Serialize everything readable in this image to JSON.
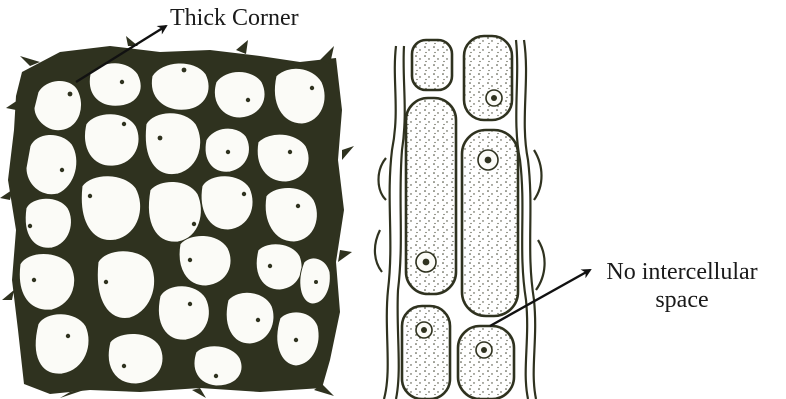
{
  "labels": {
    "thick_corner": "Thick Corner",
    "no_intercellular_line1": "No intercellular",
    "no_intercellular_line2": "space"
  },
  "colors": {
    "wall": "#2f321f",
    "cell": "#fbfbf7",
    "dots": "#3a3c2a",
    "arrow": "#111111"
  }
}
